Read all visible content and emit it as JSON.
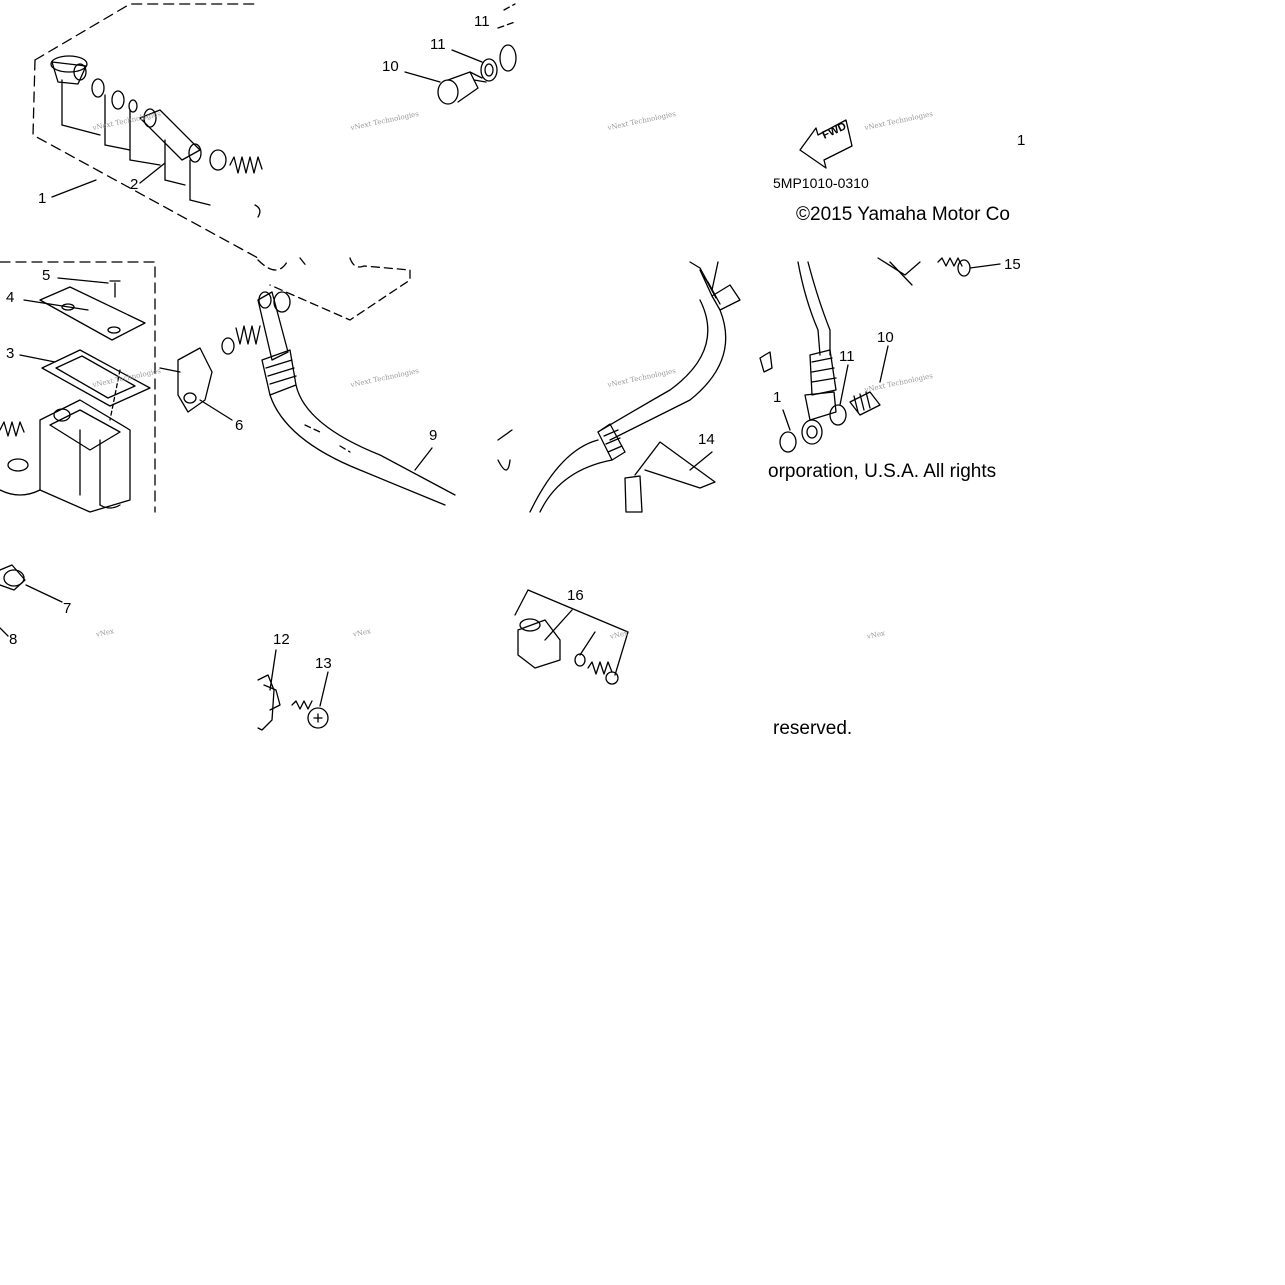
{
  "diagram": {
    "code": "5MP1010-0310",
    "copyright_line1": "©2015 Yamaha Motor Co",
    "copyright_line2": "orporation, U.S.A. All rights",
    "copyright_line3": "reserved.",
    "direction_arrow": "FWD",
    "watermark_short": "vNex",
    "watermark_long": "vNext Technologies"
  },
  "callouts": {
    "c1": "1",
    "c2": "2",
    "c3": "3",
    "c4": "4",
    "c5": "5",
    "c6": "6",
    "c7": "7",
    "c8": "8",
    "c9": "9",
    "c10a": "10",
    "c10b": "10",
    "c11a": "11",
    "c11b": "11",
    "c11c": "11",
    "c12": "12",
    "c13": "13",
    "c14": "14",
    "c15": "15",
    "c16": "16",
    "c1b": "1",
    "c1c": "1"
  },
  "colors": {
    "line": "#000000",
    "background": "#ffffff",
    "watermark": "#9a9a9a"
  }
}
